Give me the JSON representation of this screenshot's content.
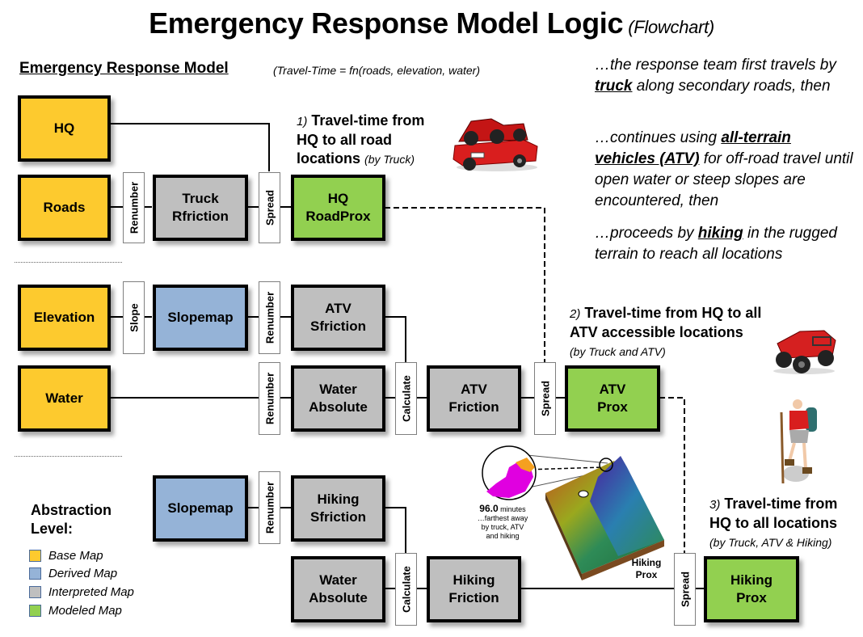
{
  "title": {
    "main": "Emergency Response Model Logic",
    "sub": "(Flowchart)"
  },
  "model_header": {
    "label": "Emergency Response Model",
    "formula": "(Travel-Time = fn(roads,  elevation, water)"
  },
  "nodes": {
    "hq": "HQ",
    "roads": "Roads",
    "truck_rfriction": "Truck\nRfriction",
    "hq_roadprox": "HQ\nRoadProx",
    "elevation": "Elevation",
    "slopemap_1": "Slopemap",
    "atv_sfriction": "ATV\nSfriction",
    "water": "Water",
    "water_absolute_1": "Water\nAbsolute",
    "atv_friction": "ATV\nFriction",
    "atv_prox": "ATV\nProx",
    "slopemap_2": "Slopemap",
    "hiking_sfriction": "Hiking\nSfriction",
    "water_absolute_2": "Water\nAbsolute",
    "hiking_friction": "Hiking\nFriction",
    "hiking_prox": "Hiking\nProx"
  },
  "operations": {
    "renumber": "Renumber",
    "spread": "Spread",
    "slope": "Slope",
    "calculate": "Calculate"
  },
  "narrative": {
    "p1_pre": "…the response team first travels by ",
    "p1_bold": "truck",
    "p1_post": " along secondary roads, then",
    "p2_pre": "…continues using ",
    "p2_bold": "all-terrain vehicles (ATV)",
    "p2_post": " for off-road travel until open water or steep slopes are encountered, then",
    "p3_pre": "…proceeds by ",
    "p3_bold": "hiking",
    "p3_post": " in the rugged terrain to reach all locations"
  },
  "steps": [
    {
      "num": "1)",
      "line1": "Travel-time  from",
      "line2": "HQ to all road",
      "line3": "locations",
      "by": "(by Truck)"
    },
    {
      "num": "2)",
      "line1": "Travel-time  from HQ to all",
      "line2": "ATV accessible locations",
      "by": "(by Truck and ATV)"
    },
    {
      "num": "3)",
      "line1": "Travel-time  from",
      "line2": "HQ to all locations",
      "by": "(by Truck, ATV & Hiking)"
    }
  ],
  "terrain": {
    "value": "96.0",
    "unit": "minutes",
    "caption": "…farthest away by truck, ATV and hiking",
    "label": "Hiking\nProx"
  },
  "legend": {
    "title": "Abstraction\nLevel:",
    "items": [
      {
        "label": "Base Map",
        "color": "#FDCA2E"
      },
      {
        "label": "Derived Map",
        "color": "#95B3D7"
      },
      {
        "label": "Interpreted Map",
        "color": "#BFBFBF"
      },
      {
        "label": "Modeled Map",
        "color": "#92D050"
      }
    ]
  },
  "images": {
    "truck": "truck-with-atvs-image",
    "atv": "atv-image",
    "hiker": "hiker-image",
    "terrain": "terrain-surface-image"
  }
}
